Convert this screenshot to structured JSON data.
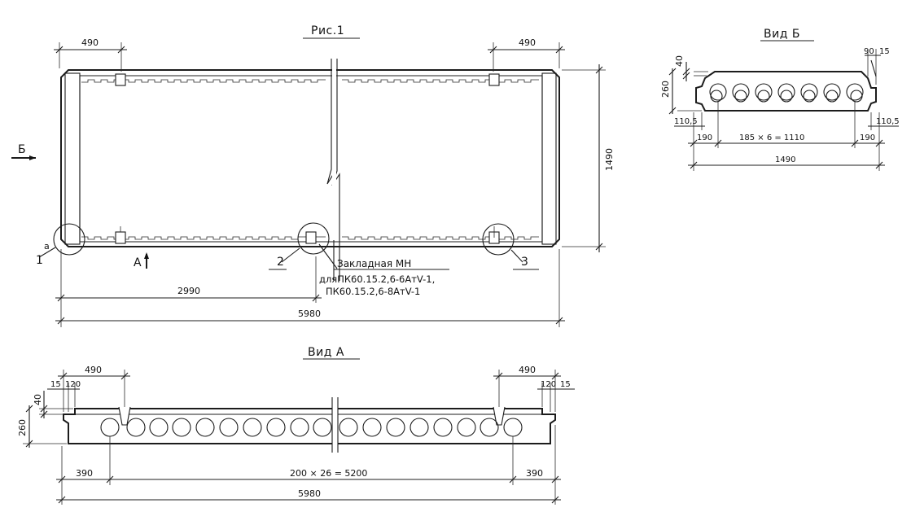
{
  "figure_title": "Рис.1",
  "plan": {
    "dims": {
      "left_offset": "490",
      "right_offset": "490",
      "height": "1490",
      "half_length": "2990",
      "length": "5980"
    },
    "view_marker_b": "Б",
    "view_marker_a": "А",
    "callouts": {
      "c1": "1",
      "c1_sup": "a",
      "c2": "2",
      "c3": "3"
    },
    "note": {
      "line1": "Закладная МН",
      "line2": "дляПК60.15.2,6-6АтV-1,",
      "line3": "ПК60.15.2,6-8АтV-1"
    }
  },
  "view_b": {
    "title": "Вид Б",
    "dims": {
      "d40": "40",
      "d90": "90",
      "d15": "15",
      "d260": "260",
      "d110_left": "110,5",
      "d110_right": "110,5",
      "d190_left": "190",
      "d190_right": "190",
      "d_span": "185 × 6 = 1110",
      "d_width": "1490"
    }
  },
  "view_a": {
    "title": "Вид А",
    "dims": {
      "d490_left": "490",
      "d490_right": "490",
      "d15_left": "15",
      "d120_left": "120",
      "d120_right": "120",
      "d15_right": "15",
      "d40": "40",
      "d260": "260",
      "d390_left": "390",
      "d390_right": "390",
      "d_span": "200 × 26 = 5200",
      "d_length": "5980"
    }
  }
}
